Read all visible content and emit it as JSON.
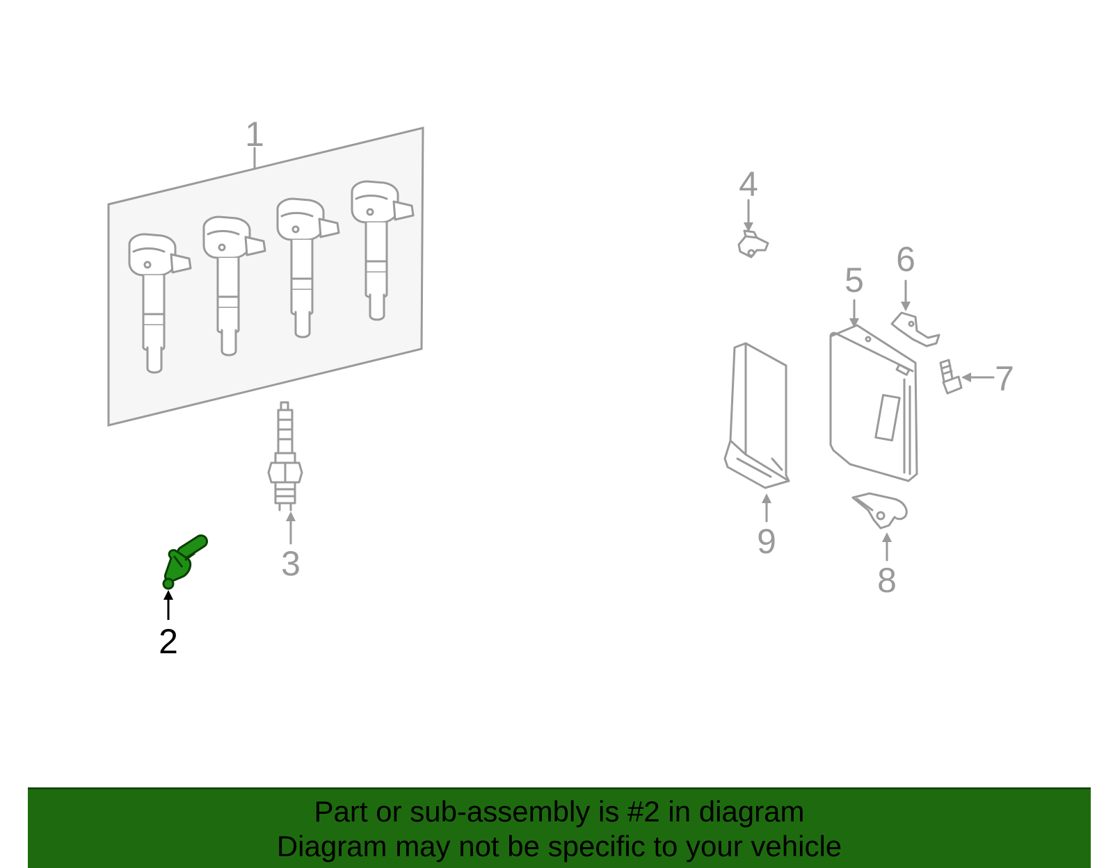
{
  "diagram": {
    "callouts": {
      "c1": "1",
      "c2": "2",
      "c3": "3",
      "c4": "4",
      "c5": "5",
      "c6": "6",
      "c7": "7",
      "c8": "8",
      "c9": "9"
    },
    "highlighted_part": "2",
    "colors": {
      "line_gray": "#9a9a9a",
      "highlight_green": "#1e8f14",
      "banner_green": "#1e6b0f"
    }
  },
  "banner": {
    "line1": "Part or sub-assembly is #2 in diagram",
    "line2": "Diagram may not be specific to your vehicle"
  }
}
